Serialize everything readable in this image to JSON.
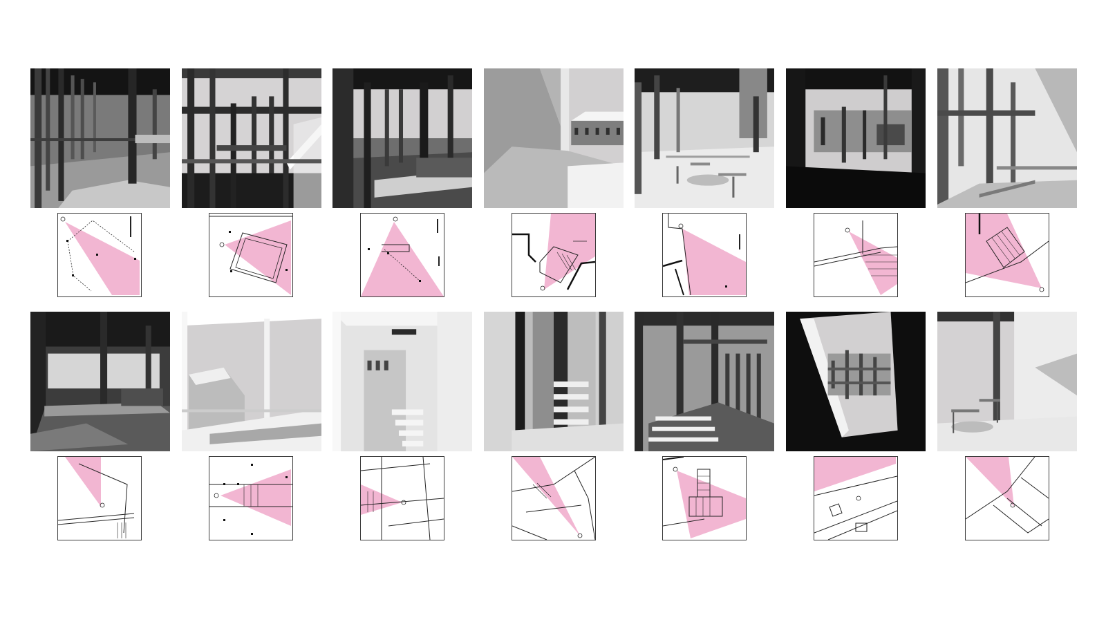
{
  "sheet": {
    "rows": 2,
    "columns": 7,
    "panel_types": [
      "perspective-render",
      "plan-view-cone"
    ],
    "view_cone_color": "#f2b6d2",
    "render_palette": [
      "#111111",
      "#4a4a4a",
      "#8c8c8c",
      "#d2d0d1",
      "#f1f1f1"
    ],
    "plan_line_color": "#1a1a1a"
  }
}
